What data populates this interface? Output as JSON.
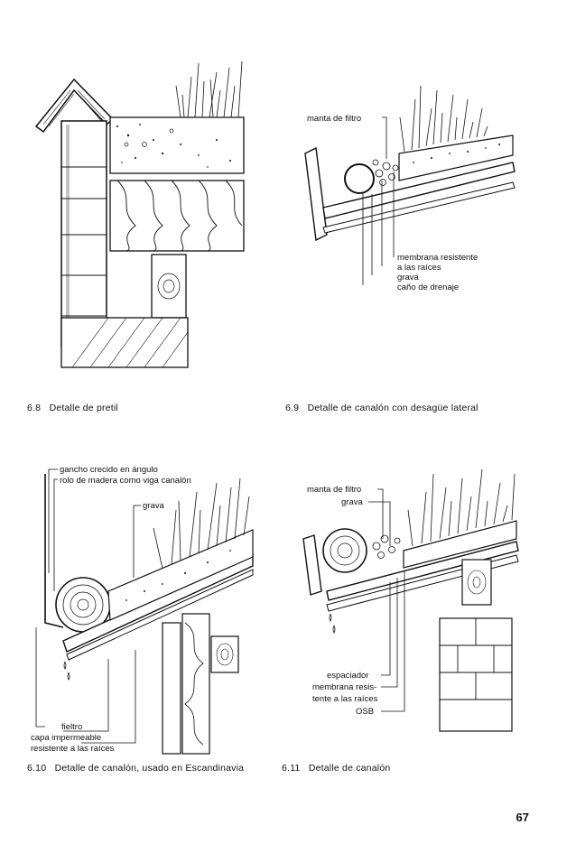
{
  "page_number": "67",
  "figures": [
    {
      "caption_num": "6.8",
      "caption_text": "Detalle de pretil",
      "labels": []
    },
    {
      "caption_num": "6.9",
      "caption_text": "Detalle de canalón con desagüe lateral",
      "labels": [
        "manta de filtro",
        "membrana resistente",
        "a las raíces",
        "grava",
        "caño de drenaje"
      ]
    },
    {
      "caption_num": "6.10",
      "caption_text": "Detalle de canalón, usado en Escandinavia",
      "labels": [
        "gancho crecido en ángulo",
        "rolo de madera como viga canalón",
        "grava",
        "fieltro",
        "capa impermeable",
        "resistente a las raíces"
      ]
    },
    {
      "caption_num": "6.11",
      "caption_text": "Detalle de canalón",
      "labels": [
        "manta de filtro",
        "grava",
        "espaciador",
        "membrana resis-",
        "tente a las raíces",
        "OSB"
      ]
    }
  ]
}
